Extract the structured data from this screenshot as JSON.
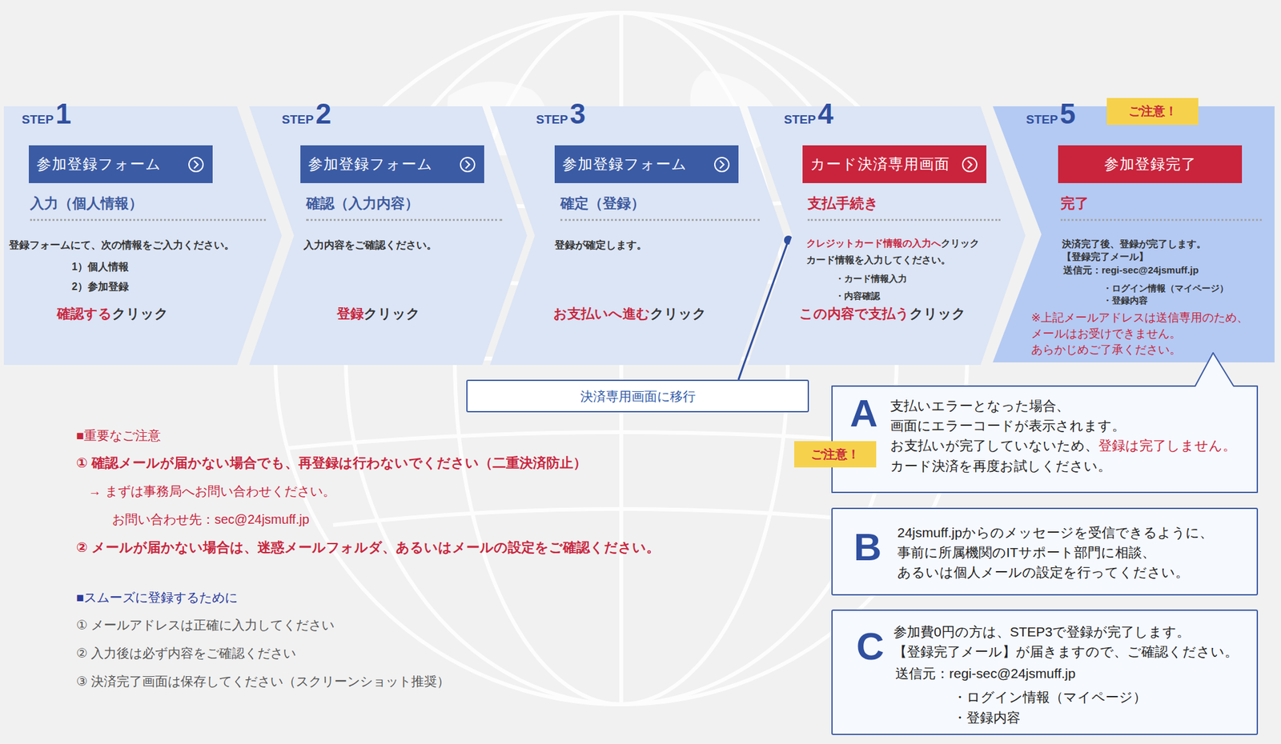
{
  "diagram": {
    "nodes": [
      {
        "text": [
          "STEP",
          "1",
          "入力（個人情報）",
          "登録フォームにて、次の情報をご入力ください。",
          "1）個人情報",
          "2）参加登録",
          "確認する",
          "クリック"
        ]
      },
      {
        "text": [
          "参加登録フォーム"
        ],
        "in": 0
      },
      {
        "text": [
          "STEP",
          "2",
          "確認（入力内容）",
          "入力内容をご確認ください。",
          "登録",
          "クリック"
        ]
      },
      {
        "text": [
          "参加登録フォーム"
        ],
        "in": 2
      },
      {
        "text": [
          "STEP",
          "3",
          "確定（登録）",
          "登録が確定します。",
          "お支払いへ進む",
          "クリック"
        ]
      },
      {
        "text": [
          "参加登録フォーム"
        ],
        "in": 4
      },
      {
        "text": [
          "STEP",
          "4",
          "支払手続き",
          "クレジットカード情報の入力へ",
          "クリック",
          "カード情報を入力してください。",
          "・カード情報入力",
          "・内容確認",
          "この内容で支払う",
          "クリック"
        ]
      },
      {
        "text": [
          "カード決済専用画面"
        ],
        "in": 6
      },
      {
        "text": [
          "STEP",
          "5",
          "完了",
          "決済完了後、登録が完了します。",
          "【登録完了メール】",
          "送信元：regi-sec@24jsmuff.jp",
          "・ログイン情報（マイページ）",
          "・登録内容",
          "※上記メールアドレスは送信専用のため、 メールはお受けできません。 あらかじめご了承ください。"
        ]
      },
      {
        "text": [
          "ご注意！"
        ],
        "in": 8
      },
      {
        "text": [
          "参加登録完了"
        ],
        "in": 8
      },
      {
        "text": [
          "決済専用画面に移行"
        ]
      },
      {
        "text": [
          "ご注意！"
        ]
      },
      {
        "text": [
          "A",
          "支払いエラーとなった場合、 画面にエラーコードが表示されます。 お支払いが完了していないため、",
          "登録は完了しません。",
          "カード決済を再度お試しください。"
        ]
      },
      {
        "text": [
          "B",
          "24jsmuff.jpからのメッセージを受信できるように、 事前に所属機関のITサポート部門に相談、 あるいは個人メールの設定を行ってください。"
        ]
      },
      {
        "text": [
          "C",
          "参加費0円の方は、STEP3で登録が完了します。 【登録完了メール】が届きますので、ご確認ください。",
          "送信元：regi-sec@24jsmuff.jp",
          "・ログイン情報（マイページ）",
          "・登録内容"
        ]
      }
    ],
    "edges": [
      {
        "from": 4,
        "to": 11,
        "arrow": "none"
      }
    ],
    "labels": [
      "■重要なご注意",
      "① 確認メールが届かない場合でも、再登録は行わないでください（二重決済防止）",
      "→ まずは事務局へお問い合わせください。",
      "お問い合わせ先：sec@24jsmuff.jp",
      "② メールが届かない場合は、迷惑メールフォルダ、あるいはメールの設定をご確認ください。",
      "■スムーズに登録するために",
      "① メールアドレスは正確に入力してください",
      "② 入力後は必ず内容をご確認ください",
      "③ 決済完了画面は保存してください（スクリーンショット推奨）"
    ]
  }
}
